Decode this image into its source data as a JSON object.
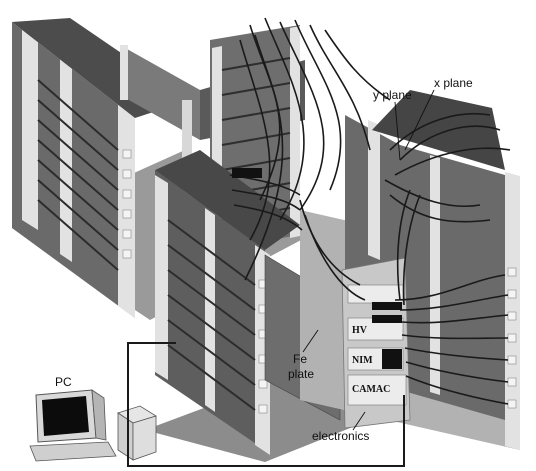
{
  "labels": {
    "y_plane": "y plane",
    "x_plane": "x plane",
    "fe_plate": [
      "Fe",
      "plate"
    ],
    "pc": "PC",
    "electronics": "electronics"
  },
  "rack": {
    "hv": "HV",
    "nim": "NIM",
    "camac": "CAMAC"
  },
  "colors": {
    "panel_dark": "#5a5a5a",
    "panel_mid": "#8a8a8a",
    "panel_light": "#c4c4c4",
    "frame": "#e4e4e4",
    "floor": "#9a9a9a",
    "cable": "#1a1a1a"
  }
}
